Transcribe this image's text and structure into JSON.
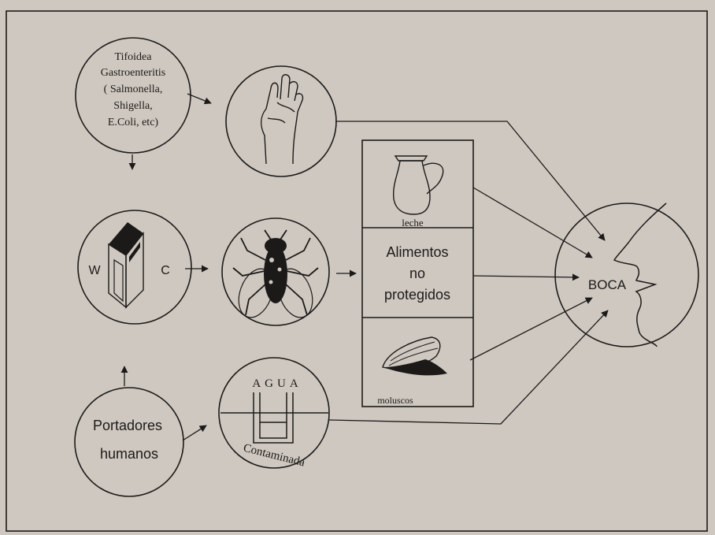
{
  "diseases": {
    "line1": "Tifoidea",
    "line2": "Gastroenteritis",
    "line3": "( Salmonella,",
    "line4": "Shigella,",
    "line5": "E.Coli, etc)"
  },
  "latrine": {
    "left_letter": "W",
    "right_letter": "C"
  },
  "carriers": {
    "line1": "Portadores",
    "line2": "humanos"
  },
  "water": {
    "top_label": "AGUA",
    "bottom_label": "Contaminada"
  },
  "foods": {
    "milk_label": "leche",
    "unprotected_line1": "Alimentos",
    "unprotected_line2": "no",
    "unprotected_line3": "protegidos",
    "shellfish_label": "moluscos"
  },
  "mouth": {
    "label": "BOCA"
  },
  "icons": [
    "hand-icon",
    "outhouse-icon",
    "fly-icon",
    "jug-icon",
    "mussel-icon",
    "glass-tube-icon",
    "face-profile-icon"
  ],
  "colors": {
    "background": "#cfc8c0",
    "ink": "#1c1a19"
  }
}
